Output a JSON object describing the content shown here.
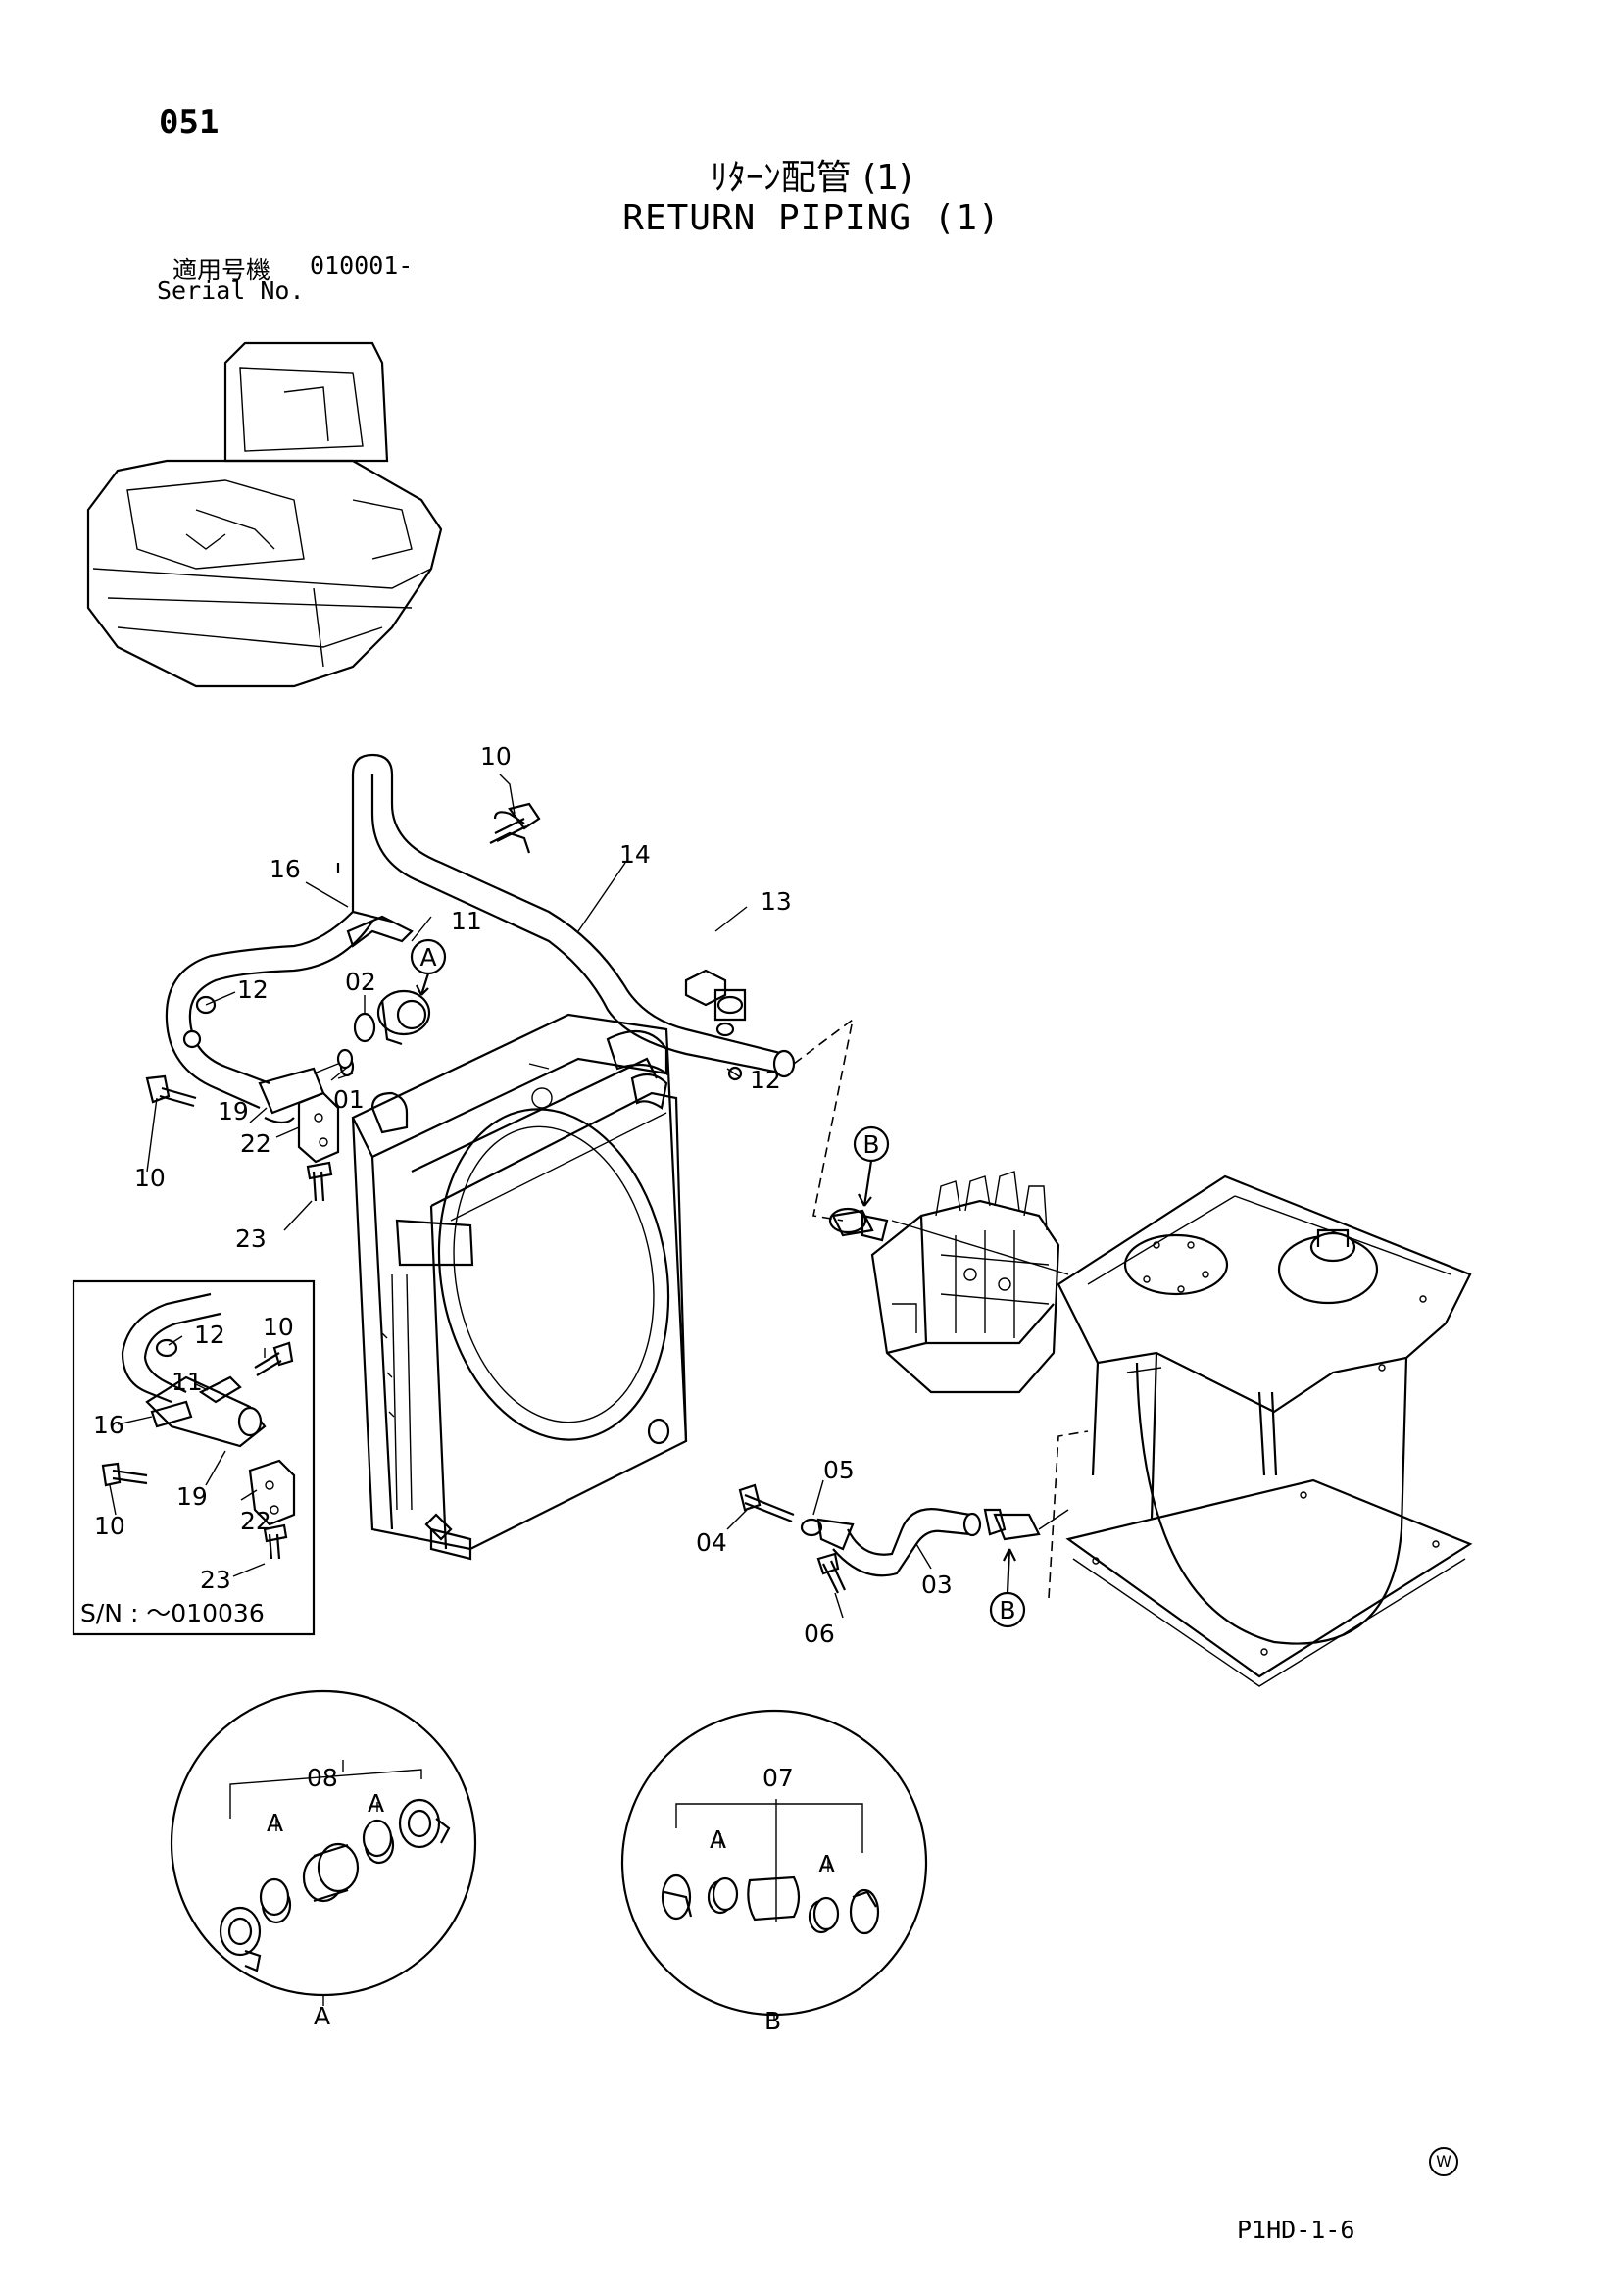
{
  "page_number": "051",
  "title": {
    "japanese": "ﾘﾀｰﾝ配管 (1)",
    "english": "RETURN PIPING (1)"
  },
  "serial": {
    "label_japanese": "適用号機",
    "value": "010001-",
    "label_english": "Serial No."
  },
  "part_callouts": [
    "10",
    "14",
    "16",
    "11",
    "13",
    "12",
    "02",
    "01",
    "19",
    "22",
    "23",
    "05",
    "04",
    "03",
    "06"
  ],
  "part_labels": {
    "p10_top": "10",
    "p14": "14",
    "p16": "16",
    "p11": "11",
    "p13": "13",
    "p12_left": "12",
    "p02": "02",
    "p12_right": "12",
    "p01": "01",
    "p10_left": "10",
    "p19": "19",
    "p22": "22",
    "p23": "23",
    "p05": "05",
    "p04": "04",
    "p03": "03",
    "p06": "06",
    "p08": "08",
    "p07": "07"
  },
  "reference_markers": {
    "a": "A",
    "b": "B"
  },
  "inset": {
    "labels": {
      "p12": "12",
      "p10_top": "10",
      "p11": "11",
      "p16": "16",
      "p10_bottom": "10",
      "p19": "19",
      "p22": "22",
      "p23": "23"
    },
    "serial_note": "S/N : ～010036"
  },
  "detail_views": [
    {
      "name": "A",
      "part": "08"
    },
    {
      "name": "B",
      "part": "07"
    }
  ],
  "drawing_code": "P1HD-1-6",
  "watermark_symbol": "W"
}
